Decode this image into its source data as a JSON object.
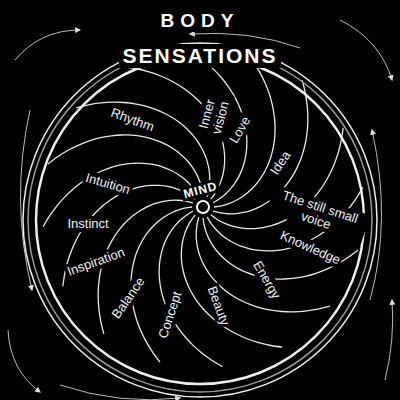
{
  "diagram": {
    "nodes": [
      {
        "text": [
          "BODY",
          "SENSATIONS"
        ]
      },
      {
        "text": [
          "MIND"
        ],
        "in": 0
      }
    ],
    "labels": [
      "Rhythm",
      "Inner vision",
      "Love",
      "Idea",
      "The still small voice",
      "Knowledge",
      "Energy",
      "Beauty",
      "Concept",
      "Balance",
      "Inspiration",
      "Instinct",
      "Intuition"
    ]
  }
}
